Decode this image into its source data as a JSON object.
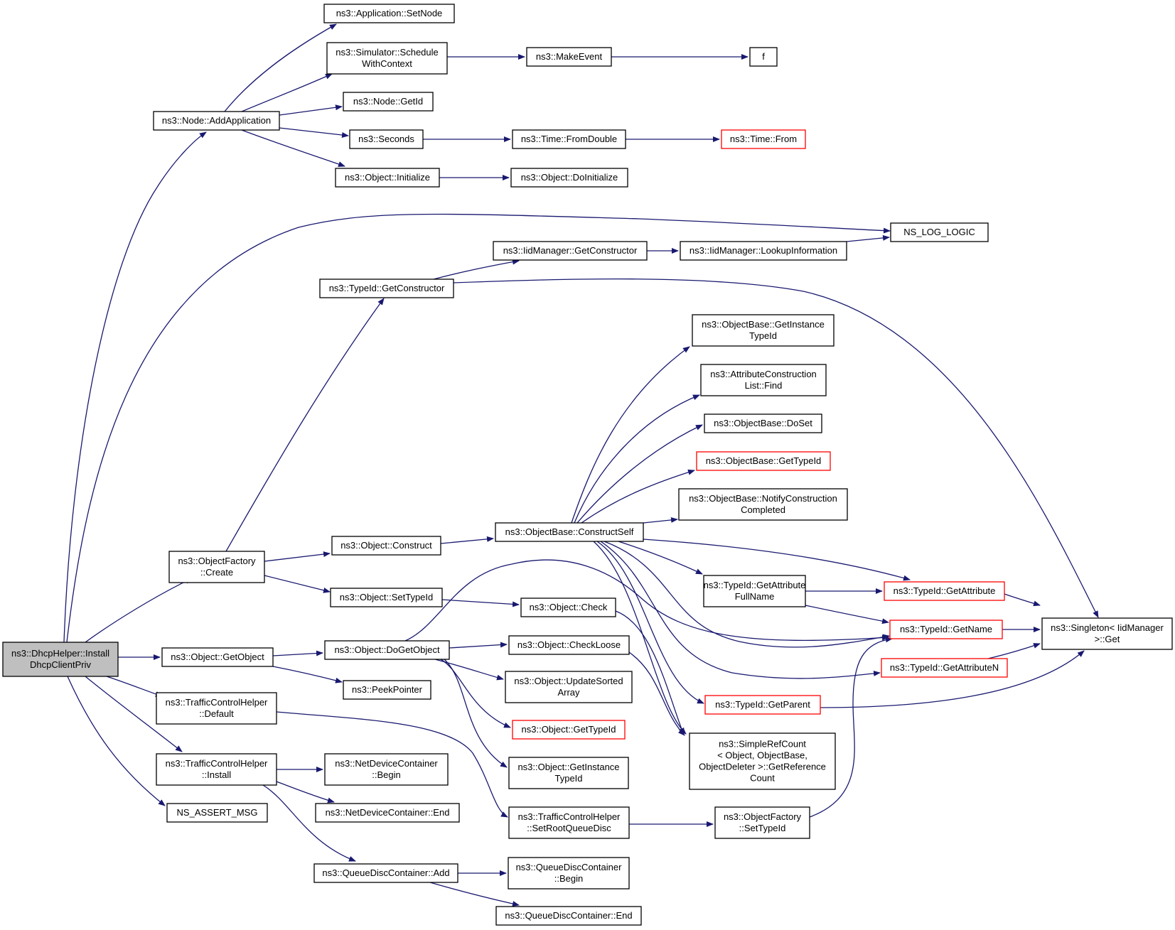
{
  "diagram": {
    "type": "call-graph",
    "edge_color": "#191970",
    "node_border_color": "#000000",
    "truncated_node_border_color": "#ff0000",
    "root_fill_color": "#bfbfbf",
    "nodes": [
      {
        "id": "root",
        "lines": [
          "ns3::DhcpHelper::Install",
          "DhcpClientPriv"
        ],
        "style": "root"
      },
      {
        "id": "addapp",
        "lines": [
          "ns3::Node::AddApplication"
        ]
      },
      {
        "id": "setnode",
        "lines": [
          "ns3::Application::SetNode"
        ]
      },
      {
        "id": "schedule",
        "lines": [
          "ns3::Simulator::Schedule",
          "WithContext"
        ]
      },
      {
        "id": "makeevent",
        "lines": [
          "ns3::MakeEvent"
        ]
      },
      {
        "id": "f",
        "lines": [
          "f"
        ]
      },
      {
        "id": "getid",
        "lines": [
          "ns3::Node::GetId"
        ]
      },
      {
        "id": "seconds",
        "lines": [
          "ns3::Seconds"
        ]
      },
      {
        "id": "fromdouble",
        "lines": [
          "ns3::Time::FromDouble"
        ]
      },
      {
        "id": "timefrom",
        "lines": [
          "ns3::Time::From"
        ],
        "style": "red"
      },
      {
        "id": "initialize",
        "lines": [
          "ns3::Object::Initialize"
        ]
      },
      {
        "id": "doinitialize",
        "lines": [
          "ns3::Object::DoInitialize"
        ]
      },
      {
        "id": "nslog",
        "lines": [
          "NS_LOG_LOGIC"
        ]
      },
      {
        "id": "iidgetctor",
        "lines": [
          "ns3::IidManager::GetConstructor"
        ]
      },
      {
        "id": "lookup",
        "lines": [
          "ns3::IidManager::LookupInformation"
        ]
      },
      {
        "id": "typeidgetctor",
        "lines": [
          "ns3::TypeId::GetConstructor"
        ]
      },
      {
        "id": "getinsttypeid",
        "lines": [
          "ns3::ObjectBase::GetInstance",
          "TypeId"
        ]
      },
      {
        "id": "attrfind",
        "lines": [
          "ns3::AttributeConstruction",
          "List::Find"
        ]
      },
      {
        "id": "doset",
        "lines": [
          "ns3::ObjectBase::DoSet"
        ]
      },
      {
        "id": "obgettypeid",
        "lines": [
          "ns3::ObjectBase::GetTypeId"
        ],
        "style": "red"
      },
      {
        "id": "notify",
        "lines": [
          "ns3::ObjectBase::NotifyConstruction",
          "Completed"
        ]
      },
      {
        "id": "factorycreate",
        "lines": [
          "ns3::ObjectFactory",
          "::Create"
        ]
      },
      {
        "id": "construct",
        "lines": [
          "ns3::Object::Construct"
        ]
      },
      {
        "id": "constructself",
        "lines": [
          "ns3::ObjectBase::ConstructSelf"
        ]
      },
      {
        "id": "attrfullname",
        "lines": [
          "ns3::TypeId::GetAttribute",
          "FullName"
        ]
      },
      {
        "id": "getattribute",
        "lines": [
          "ns3::TypeId::GetAttribute"
        ],
        "style": "red"
      },
      {
        "id": "settypeid",
        "lines": [
          "ns3::Object::SetTypeId"
        ]
      },
      {
        "id": "check",
        "lines": [
          "ns3::Object::Check"
        ]
      },
      {
        "id": "getname",
        "lines": [
          "ns3::TypeId::GetName"
        ],
        "style": "red"
      },
      {
        "id": "singleton",
        "lines": [
          "ns3::Singleton< IidManager",
          ">::Get"
        ]
      },
      {
        "id": "getobject",
        "lines": [
          "ns3::Object::GetObject"
        ]
      },
      {
        "id": "dogetobject",
        "lines": [
          "ns3::Object::DoGetObject"
        ]
      },
      {
        "id": "checkloose",
        "lines": [
          "ns3::Object::CheckLoose"
        ]
      },
      {
        "id": "getattributen",
        "lines": [
          "ns3::TypeId::GetAttributeN"
        ],
        "style": "red"
      },
      {
        "id": "updatesorted",
        "lines": [
          "ns3::Object::UpdateSorted",
          "Array"
        ]
      },
      {
        "id": "peekpointer",
        "lines": [
          "ns3::PeekPointer"
        ]
      },
      {
        "id": "tchdefault",
        "lines": [
          "ns3::TrafficControlHelper",
          "::Default"
        ]
      },
      {
        "id": "getparent",
        "lines": [
          "ns3::TypeId::GetParent"
        ],
        "style": "red"
      },
      {
        "id": "objgettypeid",
        "lines": [
          "ns3::Object::GetTypeId"
        ],
        "style": "red"
      },
      {
        "id": "simplerefcount",
        "lines": [
          "ns3::SimpleRefCount",
          "< Object, ObjectBase,",
          "ObjectDeleter >::GetReference",
          "Count"
        ]
      },
      {
        "id": "objgetinsttypeid",
        "lines": [
          "ns3::Object::GetInstance",
          "TypeId"
        ]
      },
      {
        "id": "tchinstall",
        "lines": [
          "ns3::TrafficControlHelper",
          "::Install"
        ]
      },
      {
        "id": "ndcbegin",
        "lines": [
          "ns3::NetDeviceContainer",
          "::Begin"
        ]
      },
      {
        "id": "nsassert",
        "lines": [
          "NS_ASSERT_MSG"
        ]
      },
      {
        "id": "ndcend",
        "lines": [
          "ns3::NetDeviceContainer::End"
        ]
      },
      {
        "id": "setrootqd",
        "lines": [
          "ns3::TrafficControlHelper",
          "::SetRootQueueDisc"
        ]
      },
      {
        "id": "ofsettypeid",
        "lines": [
          "ns3::ObjectFactory",
          "::SetTypeId"
        ]
      },
      {
        "id": "qdcadd",
        "lines": [
          "ns3::QueueDiscContainer::Add"
        ]
      },
      {
        "id": "qdcbegin",
        "lines": [
          "ns3::QueueDiscContainer",
          "::Begin"
        ]
      },
      {
        "id": "qdcend",
        "lines": [
          "ns3::QueueDiscContainer::End"
        ]
      }
    ]
  }
}
